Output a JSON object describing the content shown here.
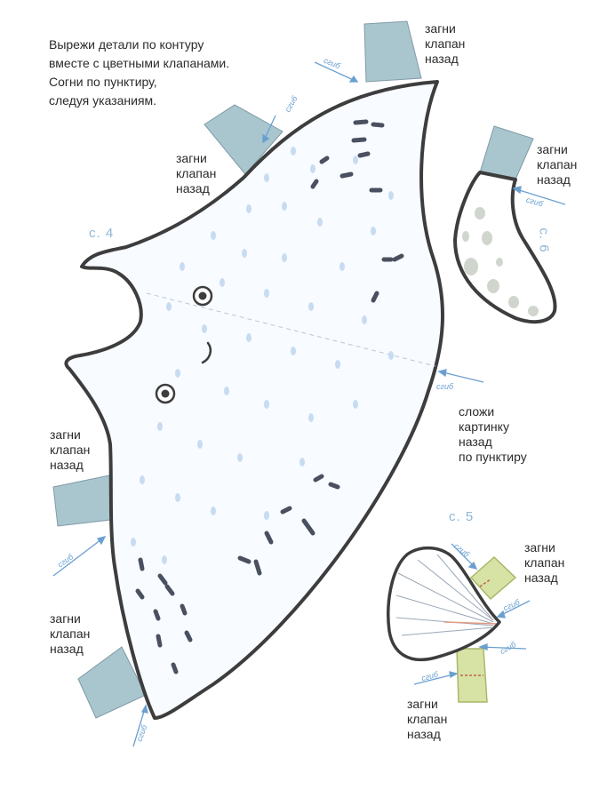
{
  "instructions": {
    "line1": "Вырежи детали по контуру",
    "line2": "вместе с цветными клапанами.",
    "line3": "Согни по пунктиру,",
    "line4": "следуя указаниям."
  },
  "flap_label": {
    "l1": "загни",
    "l2": "клапан",
    "l3": "назад"
  },
  "fold_line_label": {
    "l1": "сложи",
    "l2": "картинку",
    "l3": "назад",
    "l4": "по пунктиру"
  },
  "fold_word": "сгиб",
  "page_refs": {
    "ray": "с. 4",
    "fin": "с. 6",
    "fan": "с. 5"
  },
  "colors": {
    "blue_flap": "#a9c6cf",
    "green_flap": "#d7e3a4",
    "outline": "#3d3d3d",
    "spots_dark": "#4a5060",
    "spots_light": "#c7dcf2",
    "arrow": "#6a9fd0"
  }
}
